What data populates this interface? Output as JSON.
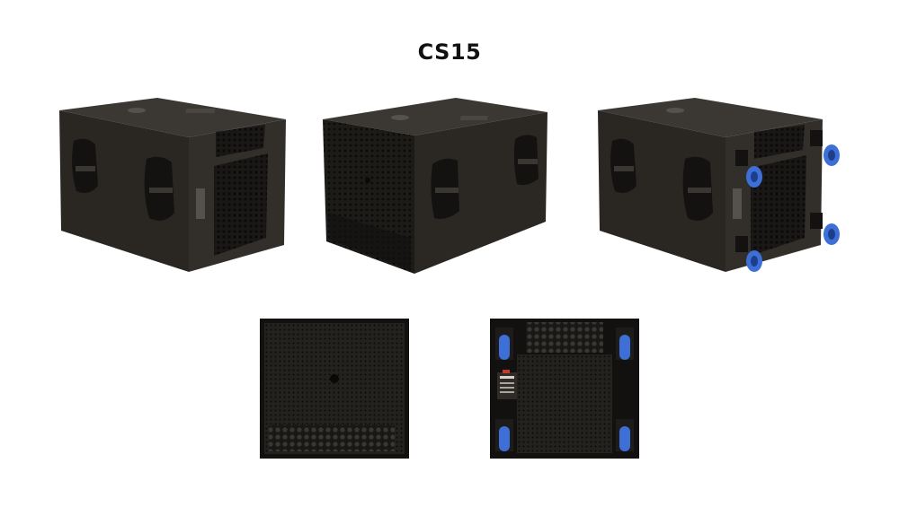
{
  "title": "CS15",
  "colors": {
    "cabinet_front": "#26231f",
    "cabinet_side": "#2f2c28",
    "cabinet_top": "#3b3834",
    "grille": "#1c1a17",
    "caster_wheel": "#3d6fd6",
    "background": "#ffffff"
  },
  "views": [
    {
      "name": "three-quarter-rear-left",
      "icon": "speaker-cabinet"
    },
    {
      "name": "three-quarter-front",
      "icon": "speaker-cabinet"
    },
    {
      "name": "three-quarter-rear-casters",
      "icon": "speaker-cabinet-with-casters"
    },
    {
      "name": "front-orthographic",
      "icon": "speaker-grille"
    },
    {
      "name": "rear-orthographic",
      "icon": "speaker-rear-with-casters"
    }
  ]
}
